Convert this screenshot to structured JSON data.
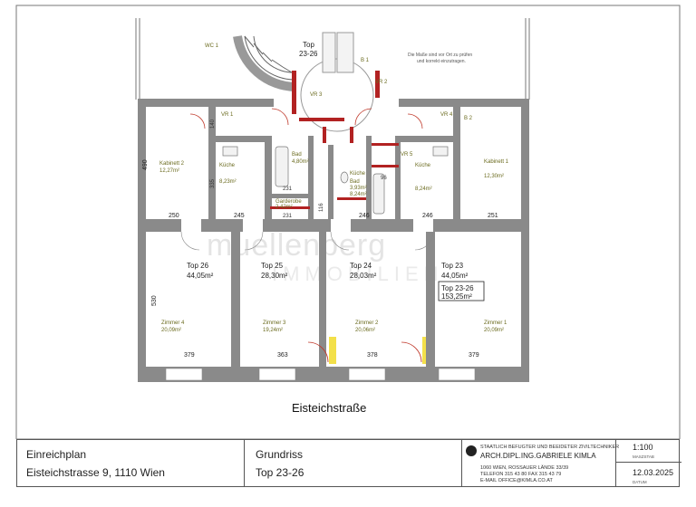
{
  "plan": {
    "stair_label": {
      "top": "Top",
      "num": "23-26"
    },
    "note": [
      "Die Maße sind vor Ort zu prüfen",
      "und korrekt einzutragen."
    ],
    "units": [
      {
        "top": "Top 26",
        "area": "44,05m²"
      },
      {
        "top": "Top 25",
        "area": "28,30m²"
      },
      {
        "top": "Top 24",
        "area": "28,03m²"
      },
      {
        "top": "Top 23",
        "area": "44,05m²"
      }
    ],
    "total": {
      "top": "Top 23-26",
      "area": "153,25m²"
    },
    "rooms": [
      {
        "name": "Kabinett 2",
        "area": "12,27m²"
      },
      {
        "name": "Küche",
        "area": "8,23m²"
      },
      {
        "name": "Bad",
        "area": "4,80m²"
      },
      {
        "name": "Garderobe",
        "area": "2,42m²"
      },
      {
        "name": "Bad",
        "area": "3,93m²"
      },
      {
        "name": "Küche",
        "area": "8,24m²"
      },
      {
        "name": "Küche",
        "area": "8,24m²"
      },
      {
        "name": "Kabinett 1",
        "area": "12,30m²"
      },
      {
        "name": "Zimmer 4",
        "area": "20,09m²"
      },
      {
        "name": "Zimmer 3",
        "area": "19,24m²"
      },
      {
        "name": "Zimmer 2",
        "area": "20,06m²"
      },
      {
        "name": "Zimmer 1",
        "area": "20,09m²"
      }
    ],
    "small_labels": [
      "WC 1",
      "VR 2",
      "VR 3",
      "VR 4",
      "VR 1",
      "B 2",
      "B 1",
      "VR 5"
    ],
    "dims": {
      "d490": "490",
      "d530": "530",
      "d335": "335",
      "d140": "140",
      "d250": "250",
      "d245": "245",
      "d231a": "231",
      "d231b": "231",
      "d246a": "246",
      "d246b": "246",
      "d251": "251",
      "d379a": "379",
      "d363": "363",
      "d378": "378",
      "d379b": "379",
      "d116": "116",
      "d96": "96"
    },
    "street": "Eisteichstraße",
    "watermark": [
      "muellenberg",
      "IMMOBILIEN"
    ]
  },
  "titleblock": {
    "plan_type": "Einreichplan",
    "address": "Eisteichstrasse 9, 1110 Wien",
    "drawing": "Grundriss",
    "drawing_sub": "Top 23-26",
    "firm_line1": "STAATLICH BEFUGTER UND BEEIDETER ZIVILTECHNIKER",
    "firm_name": "ARCH.DIPL.ING.GABRIELE KIMLA",
    "firm_address": "1060 WIEN, ROSSAUER LÄNDE 33/39",
    "firm_phone": "TELEFON 315 43 80   FAX  315 43 79",
    "firm_email": "E-MAIL   OFFICE@KIMLA.CO.AT",
    "scale": "1:100",
    "scale_label": "MASZSTAB",
    "date": "12.03.2025",
    "date_label": "DATUM"
  },
  "colors": {
    "wall": "#8a8a8a",
    "wall_dark": "#555555",
    "red": "#b22222",
    "yellow": "#f3e04a",
    "door_red": "#c0392b"
  }
}
